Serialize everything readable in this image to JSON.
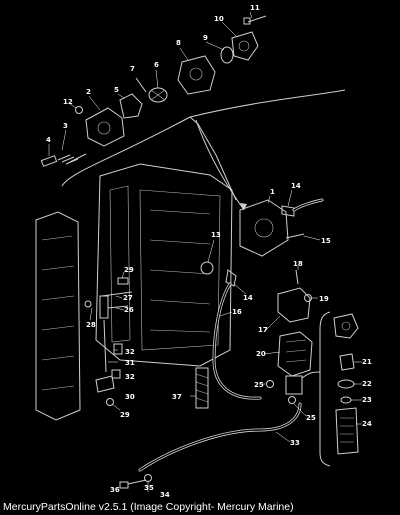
{
  "caption": "MercuryPartsOnline v2.5.1 (Image Copyright- Mercury Marine)",
  "callouts": [
    "1",
    "2",
    "3",
    "4",
    "5",
    "6",
    "7",
    "8",
    "9",
    "10",
    "11",
    "12",
    "13",
    "14",
    "14",
    "15",
    "16",
    "17",
    "18",
    "19",
    "20",
    "21",
    "22",
    "23",
    "24",
    "25",
    "25",
    "26",
    "27",
    "28",
    "29",
    "29",
    "30",
    "31",
    "32",
    "32",
    "33",
    "34",
    "35",
    "36",
    "37"
  ],
  "colors": {
    "background": "#000000",
    "linework": "#cfcfcf",
    "text": "#ffffff"
  }
}
